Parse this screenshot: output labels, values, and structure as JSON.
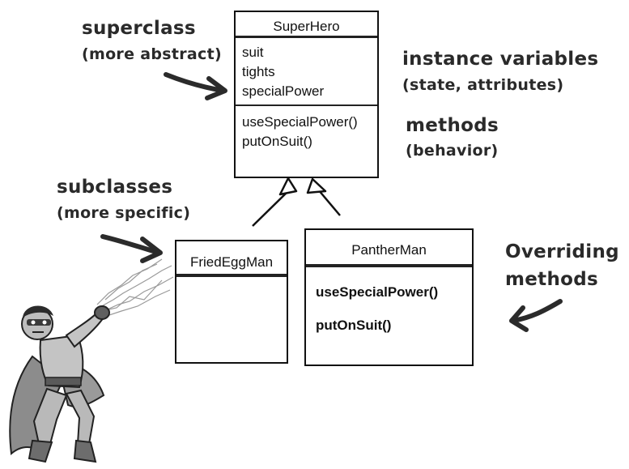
{
  "superclass_box": {
    "title": "SuperHero",
    "attributes": [
      "suit",
      "tights",
      "specialPower"
    ],
    "methods": [
      "useSpecialPower()",
      "putOnSuit()"
    ]
  },
  "subclass_boxes": [
    {
      "title": "FriedEggMan",
      "methods": []
    },
    {
      "title": "PantherMan",
      "methods": [
        "useSpecialPower()",
        "putOnSuit()"
      ]
    }
  ],
  "annotations": {
    "superclass": "superclass",
    "superclass_note": "(more abstract)",
    "instance_variables": "instance variables",
    "instance_variables_note": "(state, attributes)",
    "methods": "methods",
    "methods_note": "(behavior)",
    "subclasses": "subclasses",
    "subclasses_note": "(more specific)",
    "overriding_line1": "Overriding",
    "overriding_line2": "methods"
  },
  "illustration": {
    "subject": "superhero-character-with-cape-and-mask"
  },
  "colors": {
    "line": "#111111",
    "handwriting": "#2a2a2a",
    "background": "#ffffff"
  }
}
